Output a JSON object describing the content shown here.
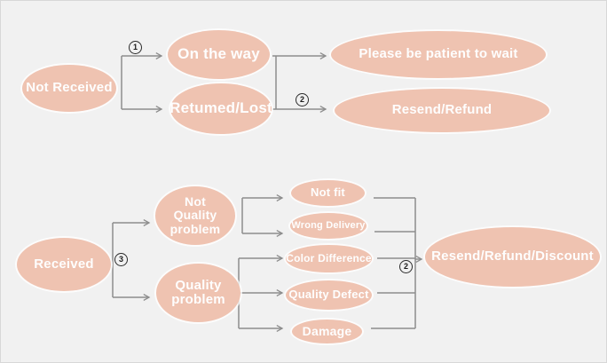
{
  "colors": {
    "background": "#f1f1f1",
    "node_fill": "#efc3b1",
    "node_text": "#fefefe",
    "connector": "#8d8d8d",
    "step_text": "#1b1b1b"
  },
  "top_flow": {
    "nodes": {
      "not_received": "Not Received",
      "on_the_way": "On the way",
      "returned_lost": "Retumed/Lost",
      "please_wait": "Please be patient to wait",
      "resend_refund": "Resend/Refund"
    },
    "steps": {
      "branch": "1",
      "resolve": "2"
    }
  },
  "bottom_flow": {
    "nodes": {
      "received": "Received",
      "not_quality_problem": "Not\nQuality\nproblem",
      "quality_problem": "Quality\nproblem",
      "not_fit": "Not fit",
      "wrong_delivery": "Wrong Delivery",
      "color_difference": "Color Difference",
      "quality_defect": "Quality Defect",
      "damage": "Damage",
      "resend_refund_discount": "Resend/Refund/Discount"
    },
    "steps": {
      "branch": "3",
      "resolve": "2"
    }
  }
}
